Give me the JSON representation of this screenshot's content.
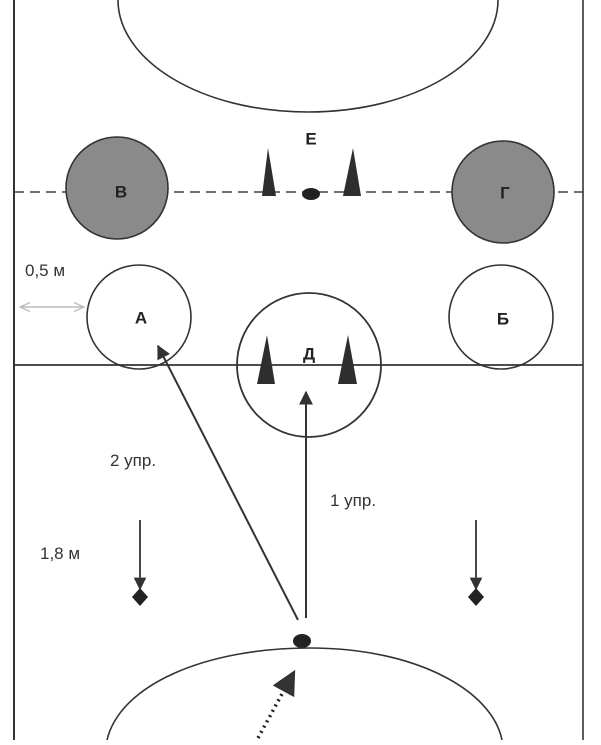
{
  "zones": {
    "a": "А",
    "b": "Б",
    "v": "В",
    "g": "Г",
    "d": "Д",
    "e": "Е"
  },
  "measurements": {
    "half_meter": "0,5 м",
    "one_eight_meter": "1,8 м"
  },
  "exercises": {
    "first": "1 упр.",
    "second": "2 упр."
  },
  "colors": {
    "line": "#333333",
    "shaded_circle": "#8a8a8a",
    "cone": "#2e2e2e",
    "background": "#ffffff"
  }
}
